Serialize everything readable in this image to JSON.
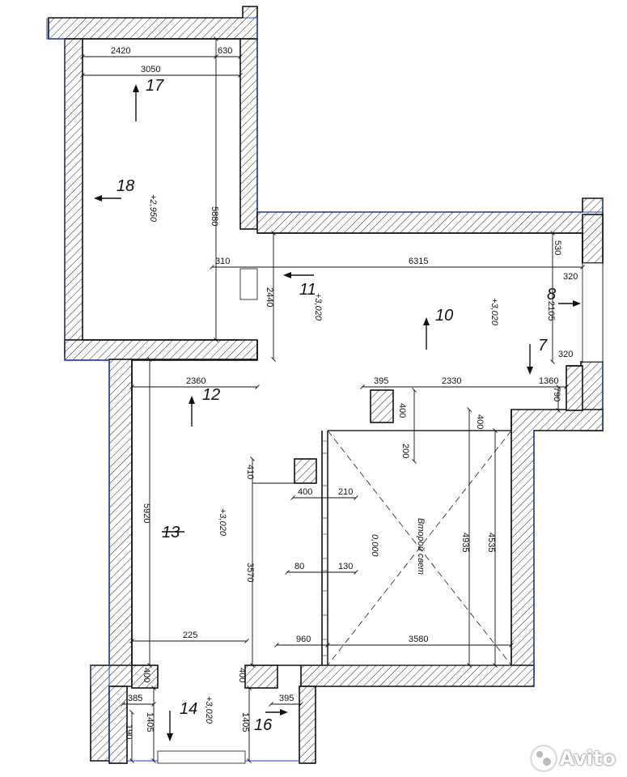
{
  "rooms": {
    "r17": "17",
    "r18": "18",
    "r11": "11",
    "r10": "10",
    "r8": "8",
    "r7": "7",
    "r12": "12",
    "r13": "13",
    "r14": "14",
    "r16": "16"
  },
  "levels": {
    "l_top": "+2,950",
    "l_main": "+3,020",
    "l_left": "+3,020",
    "l_void": "0,000",
    "l_bottom": "+3,020"
  },
  "void_label": "Второй свет",
  "dimensions": {
    "d2420": "2420",
    "d630": "630",
    "d3050": "3050",
    "d5880": "5880",
    "d310": "310",
    "d6315": "6315",
    "d530": "530",
    "d320a": "320",
    "d2440": "2440",
    "d2105": "2105",
    "d320b": "320",
    "d2360": "2360",
    "d395a": "395",
    "d2330": "2330",
    "d1360": "1360",
    "d790": "790",
    "d400a": "400",
    "d400b": "400",
    "d200": "200",
    "d410": "410",
    "d400c": "400",
    "d210": "210",
    "d5920": "5920",
    "d3570": "3570",
    "d80": "80",
    "d130": "130",
    "d4935": "4935",
    "d4535": "4535",
    "d225": "225",
    "d960": "960",
    "d3580": "3580",
    "d400d": "400",
    "d400e": "400",
    "d385": "385",
    "d395b": "395",
    "d190": "190",
    "d1405a": "1405",
    "d1405b": "1405"
  },
  "watermark": "Avito"
}
